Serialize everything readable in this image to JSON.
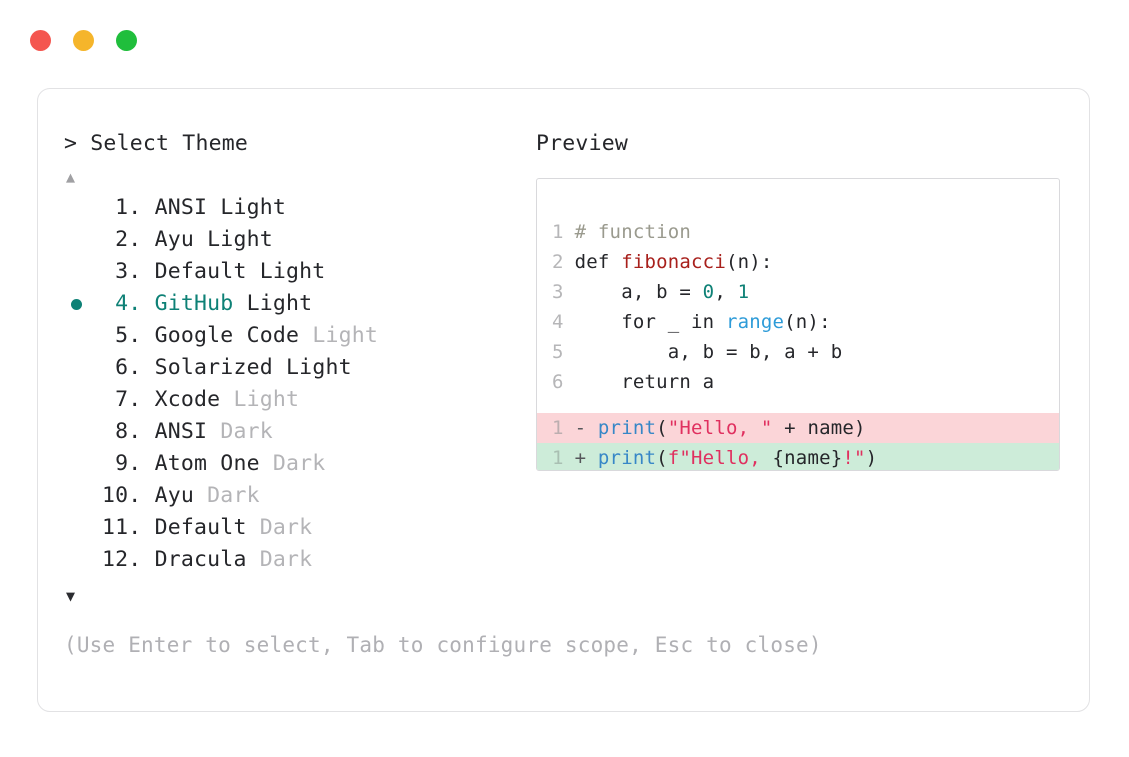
{
  "window": {
    "traffic_lights": [
      {
        "name": "close",
        "color": "#f4564f"
      },
      {
        "name": "minimize",
        "color": "#f5b52b"
      },
      {
        "name": "maximize",
        "color": "#20be3c"
      }
    ]
  },
  "selector": {
    "prompt": "> Select Theme",
    "scroll_up_icon": "▲",
    "scroll_down_icon": "▼",
    "selected_index": 4,
    "items": [
      {
        "num": " 1.",
        "name": "ANSI",
        "variant": "Light",
        "variant_muted": false,
        "selected": false
      },
      {
        "num": " 2.",
        "name": "Ayu",
        "variant": "Light",
        "variant_muted": false,
        "selected": false
      },
      {
        "num": " 3.",
        "name": "Default",
        "variant": "Light",
        "variant_muted": false,
        "selected": false
      },
      {
        "num": " 4.",
        "name": "GitHub",
        "variant": "Light",
        "variant_muted": false,
        "selected": true
      },
      {
        "num": " 5.",
        "name": "Google Code",
        "variant": "Light",
        "variant_muted": true,
        "selected": false
      },
      {
        "num": " 6.",
        "name": "Solarized",
        "variant": "Light",
        "variant_muted": false,
        "selected": false
      },
      {
        "num": " 7.",
        "name": "Xcode",
        "variant": "Light",
        "variant_muted": true,
        "selected": false
      },
      {
        "num": " 8.",
        "name": "ANSI",
        "variant": "Dark",
        "variant_muted": true,
        "selected": false
      },
      {
        "num": " 9.",
        "name": "Atom One",
        "variant": "Dark",
        "variant_muted": true,
        "selected": false
      },
      {
        "num": "10.",
        "name": "Ayu",
        "variant": "Dark",
        "variant_muted": true,
        "selected": false
      },
      {
        "num": "11.",
        "name": "Default",
        "variant": "Dark",
        "variant_muted": true,
        "selected": false
      },
      {
        "num": "12.",
        "name": "Dracula",
        "variant": "Dark",
        "variant_muted": true,
        "selected": false
      }
    ],
    "hint": "(Use Enter to select, Tab to configure scope, Esc to close)"
  },
  "preview": {
    "label": "Preview",
    "code_lines": [
      {
        "ln": "1",
        "tokens": [
          {
            "t": "# function",
            "c": "c-comment"
          }
        ]
      },
      {
        "ln": "2",
        "tokens": [
          {
            "t": "def ",
            "c": "c-plain"
          },
          {
            "t": "fibonacci",
            "c": "c-func"
          },
          {
            "t": "(n):",
            "c": "c-plain"
          }
        ]
      },
      {
        "ln": "3",
        "tokens": [
          {
            "t": "    a, b = ",
            "c": "c-plain"
          },
          {
            "t": "0",
            "c": "c-num"
          },
          {
            "t": ", ",
            "c": "c-plain"
          },
          {
            "t": "1",
            "c": "c-num"
          }
        ]
      },
      {
        "ln": "4",
        "tokens": [
          {
            "t": "    for _ in ",
            "c": "c-plain"
          },
          {
            "t": "range",
            "c": "c-builtin"
          },
          {
            "t": "(n):",
            "c": "c-plain"
          }
        ]
      },
      {
        "ln": "5",
        "tokens": [
          {
            "t": "        a, b = b, a + b",
            "c": "c-plain"
          }
        ]
      },
      {
        "ln": "6",
        "tokens": [
          {
            "t": "    return a",
            "c": "c-plain"
          }
        ]
      }
    ],
    "diff_lines": [
      {
        "ln": "1",
        "kind": "del",
        "sign": "-",
        "tokens": [
          {
            "t": "print",
            "c": "c-call"
          },
          {
            "t": "(",
            "c": "c-plain"
          },
          {
            "t": "\"Hello, \"",
            "c": "c-string"
          },
          {
            "t": " + name)",
            "c": "c-plain"
          }
        ]
      },
      {
        "ln": "1",
        "kind": "add",
        "sign": "+",
        "tokens": [
          {
            "t": "print",
            "c": "c-call"
          },
          {
            "t": "(",
            "c": "c-plain"
          },
          {
            "t": "f\"Hello, ",
            "c": "c-string"
          },
          {
            "t": "{name}",
            "c": "c-plain"
          },
          {
            "t": "!\"",
            "c": "c-string"
          },
          {
            "t": ")",
            "c": "c-plain"
          }
        ]
      }
    ]
  },
  "colors": {
    "accent_teal": "#0e8176",
    "muted_grey": "#b4b4b7",
    "text": "#25262a",
    "diff_del_bg": "#fbd5d8",
    "diff_add_bg": "#cdecd9"
  }
}
